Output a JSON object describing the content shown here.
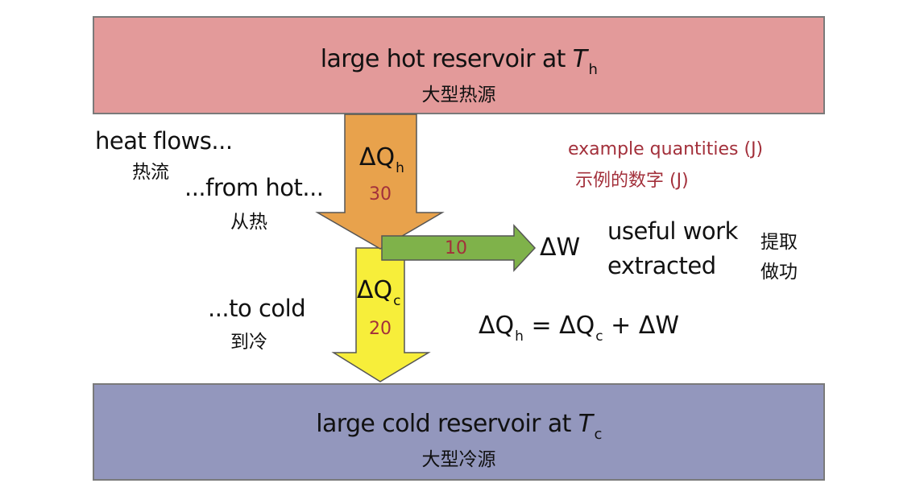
{
  "hot_reservoir": {
    "title": "large hot reservoir at ",
    "symbol": "T",
    "symbol_sub": "h",
    "subtitle": "大型热源",
    "color": "#e39a9a"
  },
  "cold_reservoir": {
    "title": "large cold reservoir at ",
    "symbol": "T",
    "symbol_sub": "c",
    "subtitle": "大型冷源",
    "color": "#9397bd"
  },
  "labels": {
    "heat_flows": "heat flows...",
    "heat_flows_zh": "热流",
    "from_hot": "...from hot...",
    "from_hot_zh": "从热",
    "to_cold": "...to cold",
    "to_cold_zh": "到冷",
    "useful_work": "useful work",
    "extracted": "extracted",
    "work_zh_1": "提取",
    "work_zh_2": "做功",
    "example_quantities": "example quantities (J)",
    "example_quantities_zh": "示例的数字 (J)"
  },
  "arrows": {
    "hot_flow": {
      "symbol": "ΔQ",
      "sub": "h",
      "value": "30",
      "color": "#e8a24c"
    },
    "work": {
      "symbol": "ΔW",
      "value": "10",
      "color": "#7fb24a"
    },
    "cold_flow": {
      "symbol": "ΔQ",
      "sub": "c",
      "value": "20",
      "color": "#f7ee3a"
    }
  },
  "equation": {
    "lhs": "ΔQ",
    "lhs_sub": "h",
    "eq": " = ",
    "term1": "ΔQ",
    "term1_sub": "c",
    "plus": " + ",
    "term2": "ΔW"
  },
  "colors": {
    "accent_red": "#a3303b",
    "outline": "#555555"
  }
}
